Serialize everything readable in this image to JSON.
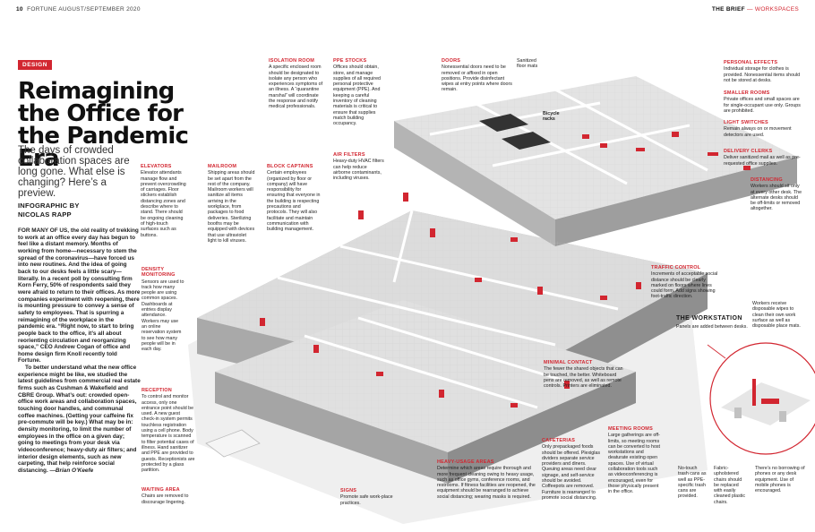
{
  "folio": {
    "page": "10",
    "publication": "FORTUNE AUGUST/SEPTEMBER 2020",
    "section": "THE BRIEF",
    "subsection": "— WORKSPACES"
  },
  "tag": "DESIGN",
  "headline": "Reimagining the Office for the Pandemic Era",
  "dek": "The days of crowded collaboration spaces are long gone. What else is changing? Here’s a preview.",
  "byline": [
    "INFOGRAPHIC BY",
    "NICOLAS RAPP"
  ],
  "body": {
    "lead": "FOR MANY OF US,",
    "p1": " the old reality of trekking to work at an office every day has begun to feel like a distant memory. Months of working from home—necessary to stem the spread of the coronavirus—have forced us into new routines. And the idea of going back to our desks feels a little scary—literally. In a recent poll by consulting firm Korn Ferry, 50% of respondents said they were afraid to return to their offices. As more companies experiment with reopening, there is mounting pressure to convey a sense of safety to employees. That is spurring a reimagining of the workplace in the pandemic era. “Right now, to start to bring people back to the office, it’s all about reorienting circulation and reorganizing space,” CEO Andrew Cogan of office and home design firm Knoll recently told Fortune.",
    "p2": "To better understand what the new office experience might be like, we studied the latest guidelines from commercial real estate firms such as Cushman & Wakefield and CBRE Group. What’s out: crowded open-office work areas and collaboration spaces, touching door handles, and communal coffee machines. (Getting your caffeine fix pre-commute will be key.) What may be in: density monitoring, to limit the number of employees in the office on a given day; going to meetings from your desk via videoconference; heavy-duty air filters; and interior design elements, such as new carpeting, that help reinforce social distancing. —",
    "signature": "Brian O’Keefe"
  },
  "labels": {
    "isolation_room": {
      "title": "ISOLATION ROOM",
      "text": "A specific enclosed room should be designated to isolate any person who experiences symptoms of an illness. A “quarantine marshal” will coordinate the response and notify medical professionals."
    },
    "ppe_stocks": {
      "title": "PPE STOCKS",
      "text": "Offices should obtain, store, and manage supplies of all required personal protective equipment (PPE). And keeping a careful inventory of cleaning materials is critical to ensure that supplies match building occupancy."
    },
    "doors": {
      "title": "DOORS",
      "text": "Nonessential doors need to be removed or affixed in open positions. Provide disinfectant wipes at entry points where doors remain."
    },
    "sanitized_floor_mats": {
      "title": "",
      "text": "Sanitized floor mats"
    },
    "bicycle_racks": {
      "title": "",
      "text": "Bicycle racks"
    },
    "personal_effects": {
      "title": "PERSONAL EFFECTS",
      "text": "Individual storage for clothes is provided. Nonessential items should not be stored at desks."
    },
    "smaller_rooms": {
      "title": "SMALLER ROOMS",
      "text": "Private offices and small spaces are for single-occupant use only. Groups are prohibited."
    },
    "light_switches": {
      "title": "LIGHT SWITCHES",
      "text": "Remain always on or movement detectors are used."
    },
    "delivery_clerks": {
      "title": "DELIVERY CLERKS",
      "text": "Deliver sanitized mail as well as pre-requested office supplies."
    },
    "distancing": {
      "title": "DISTANCING",
      "text": "Workers should sit only at every other desk. The alternate desks should be off-limits or removed altogether."
    },
    "elevators": {
      "title": "ELEVATORS",
      "text": "Elevator attendants manage flow and prevent overcrowding of carriages. Floor stickers establish distancing zones and describe where to stand. There should be ongoing cleaning of high-touch surfaces such as buttons."
    },
    "mailroom": {
      "title": "MAILROOM",
      "text": "Shipping areas should be set apart from the rest of the company. Mailroom workers will sanitize all items arriving in the workplace, from packages to food deliveries. Sterilizing booths may be equipped with devices that use ultraviolet light to kill viruses."
    },
    "block_captains": {
      "title": "BLOCK CAPTAINS",
      "text": "Certain employees (organized by floor or company) will have responsibility for ensuring that everyone in the building is respecting precautions and protocols. They will also facilitate and maintain communication with building management."
    },
    "air_filters": {
      "title": "AIR FILTERS",
      "text": "Heavy-duty HVAC filters can help reduce airborne contaminants, including viruses."
    },
    "density_monitoring": {
      "title": "DENSITY MONITORING",
      "text": "Sensors are used to track how many people are using common spaces. Dashboards at entries display attendance. Workers may use an online reservation system to see how many people will be in each day."
    },
    "traffic_control": {
      "title": "TRAFFIC CONTROL",
      "text": "Increments of acceptable social distance should be clearly marked on floors where lines could form. Add signs showing foot-traffic direction."
    },
    "reception": {
      "title": "RECEPTION",
      "text": "To control and monitor access, only one entrance point should be used. A new guest check-in system permits touchless registration using a cell phone. Body temperature is scanned to filter potential cases of illness. Hand sanitizer and PPE are provided to guests. Receptionists are protected by a glass partition."
    },
    "minimal_contact": {
      "title": "MINIMAL CONTACT",
      "text": "The fewer the shared objects that can be touched, the better. Whiteboard pens are removed, as well as remote controls. Printers are eliminated."
    },
    "meeting_rooms": {
      "title": "MEETING ROOMS",
      "text": "Large gatherings are off-limits, so meeting rooms can be converted to host workstations and deaturate existing open spaces. Use of virtual collaboration tools such as videoconferencing is encouraged, even for those physically present in the office."
    },
    "cafeterias": {
      "title": "CAFETERIAS",
      "text": "Only prepackaged foods should be offered. Plexiglas dividers separate service providers and diners. Queuing areas need clear signage, and self-service should be avoided. Coffeepots are removed. Furniture is rearranged to promote social distancing."
    },
    "heavy_usage_areas": {
      "title": "HEAVY-USAGE AREAS",
      "text": "Determine which areas require thorough and more frequent cleaning owing to heavy usage, such as office gyms, conference rooms, and restrooms. If fitness facilities are reopened, the equipment should be rearranged to achieve social distancing; wearing masks is required."
    },
    "waiting_area": {
      "title": "WAITING AREA",
      "text": "Chairs are removed to discourage lingering."
    },
    "signs": {
      "title": "SIGNS",
      "text": "Promote safe work-place practices."
    },
    "workers_receive": {
      "title": "",
      "text": "Workers receive disposable wipes to clean their own work surface as well as disposable place mats."
    },
    "no_touch_cans": {
      "title": "",
      "text": "No-touch trash cans as well as PPE-specific trash cans are provided."
    },
    "fabric_chairs": {
      "title": "",
      "text": "Fabric-upholstered chairs should be replaced with easily cleaned plastic chairs."
    },
    "no_borrowing": {
      "title": "",
      "text": "There’s no borrowing of phones or any desk equipment. Use of mobile phones is encouraged."
    }
  },
  "workstation": {
    "title": "THE WORKSTATION",
    "text": "Panels are added between desks."
  },
  "colors": {
    "accent": "#d22630",
    "wall": "#e9e9e9",
    "floor": "#d6d6d6",
    "shadow": "#9a9a9a"
  }
}
